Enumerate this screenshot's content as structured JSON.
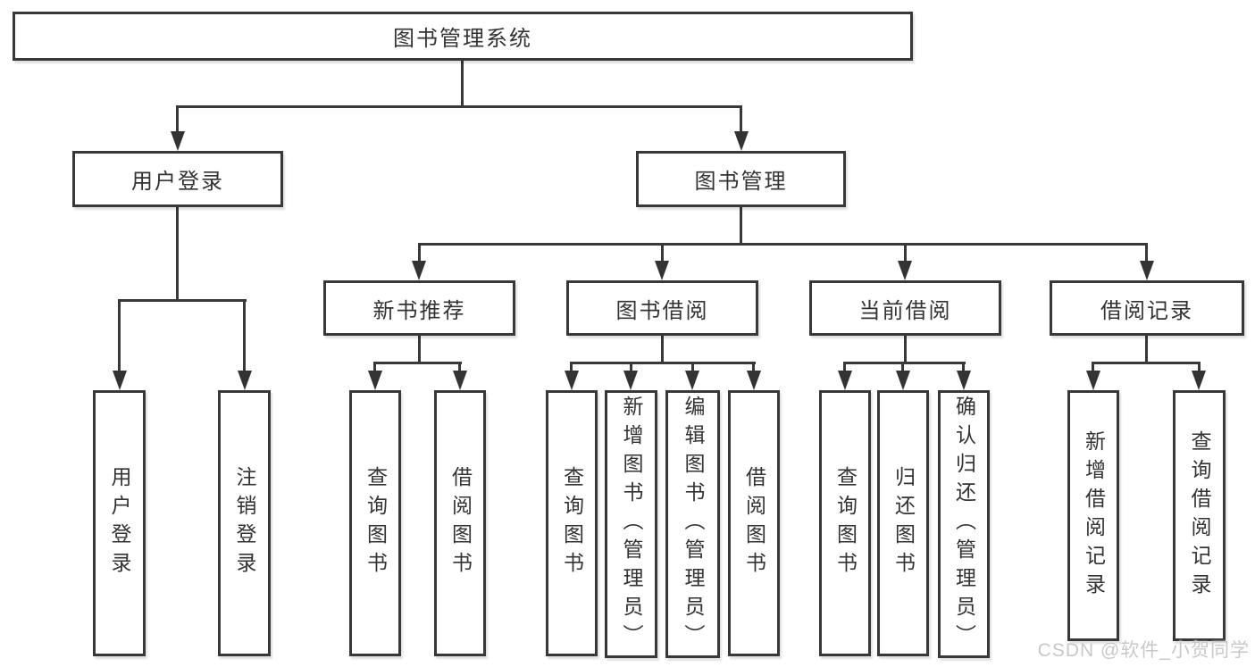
{
  "nodes": {
    "root": "图书管理系统",
    "user_login": "用户登录",
    "book_management": "图书管理",
    "new_book_recommend": "新书推荐",
    "book_borrowing": "图书借阅",
    "current_borrowing": "当前借阅",
    "borrow_records": "借阅记录",
    "leaf_user_login": "用户登录",
    "leaf_logout": "注销登录",
    "leaf_nbr_query_books": "查询图书",
    "leaf_nbr_borrow_books": "借阅图书",
    "leaf_bb_query_books": "查询图书",
    "leaf_bb_add_books_admin": "新增图书（管理员）",
    "leaf_bb_edit_books_admin": "编辑图书（管理员）",
    "leaf_bb_borrow_books": "借阅图书",
    "leaf_cb_query_books": "查询图书",
    "leaf_cb_return_books": "归还图书",
    "leaf_cb_confirm_return_admin": "确认归还（管理员）",
    "leaf_br_add_record": "新增借阅记录",
    "leaf_br_query_record": "查询借阅记录"
  },
  "watermark": "CSDN @软件_小贺同学",
  "colors": {
    "line": "#383838",
    "box_border": "#383838",
    "box_fill": "#ffffff",
    "text": "#333333",
    "watermark": "#c8c8c8",
    "background": "#ffffff"
  }
}
